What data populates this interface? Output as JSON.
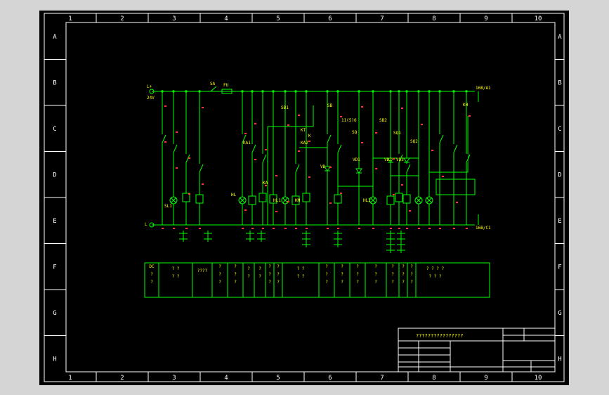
{
  "frame": {
    "columns": [
      "1",
      "2",
      "3",
      "4",
      "5",
      "6",
      "7",
      "8",
      "9",
      "10"
    ],
    "rows": [
      "A",
      "B",
      "C",
      "D",
      "E",
      "F",
      "G",
      "H"
    ]
  },
  "colors": {
    "background": "#000000",
    "frame": "#ffffff",
    "wire": "#00ff00",
    "component_label": "#ffff00",
    "node_number": "#ff3333"
  },
  "labels": {
    "supply_pos": "L+",
    "voltage": "24V",
    "supply_neg": "L",
    "ref_top": "16B/A1",
    "ref_bottom": "16B/C1",
    "sa": "SA",
    "fu": "FU",
    "sb1": "SB1",
    "sb_a": "SB",
    "sb2": "SB2",
    "time": "11(5)6",
    "kt": "KT",
    "k": "K",
    "sq": "SQ",
    "sl1": "SL1",
    "sq1": "SQ1",
    "sq2": "SQ2",
    "hl": "HL",
    "hl1": "HL1",
    "hl2": "HL2",
    "ka": "KA",
    "km": "KM",
    "ka1": "KA1",
    "ka2": "KA2",
    "vd": "VD",
    "vd1": "VD1",
    "vd2": "VD2",
    "vd3": "VD3",
    "kh": "KH"
  },
  "legend_cells": [
    "DC ? ?",
    "? ? ? ?",
    "????",
    "? ? ?",
    "? ? ?",
    "? ?",
    "? ?",
    "? ? ?",
    "? ? ?",
    "? ? ? ?",
    "? ? ?",
    "? ? ?",
    "? ? ?",
    "? ? ?",
    "? ? ?",
    "? ? ?",
    "? ? ?",
    "? ? ? ?   ? ? ?"
  ],
  "title_block": {
    "title": "????????????????"
  }
}
